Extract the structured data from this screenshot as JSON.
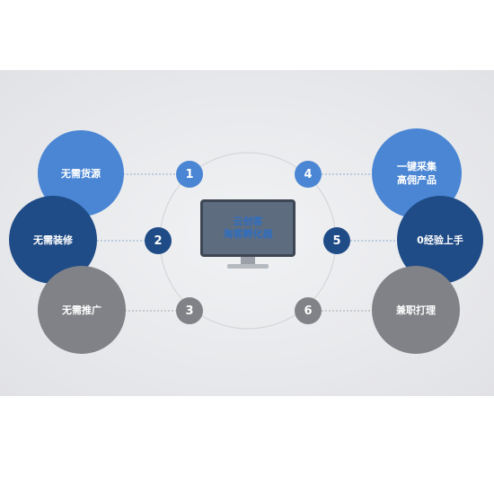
{
  "center": {
    "line1": "云创客",
    "line2": "淘客孵化器"
  },
  "features": [
    {
      "id": 1,
      "number": "1",
      "label_lines": [
        "无需货源"
      ],
      "color": "#4a86d4"
    },
    {
      "id": 2,
      "number": "2",
      "label_lines": [
        "无需装修"
      ],
      "color": "#1f4b86"
    },
    {
      "id": 3,
      "number": "3",
      "label_lines": [
        "无需推广"
      ],
      "color": "#808287"
    },
    {
      "id": 4,
      "number": "4",
      "label_lines": [
        "一键采集",
        "高佣产品"
      ],
      "color": "#4a86d4"
    },
    {
      "id": 5,
      "number": "5",
      "label_lines": [
        "0经验上手"
      ],
      "color": "#1f4b86"
    },
    {
      "id": 6,
      "number": "6",
      "label_lines": [
        "兼职打理"
      ],
      "color": "#808287"
    }
  ]
}
